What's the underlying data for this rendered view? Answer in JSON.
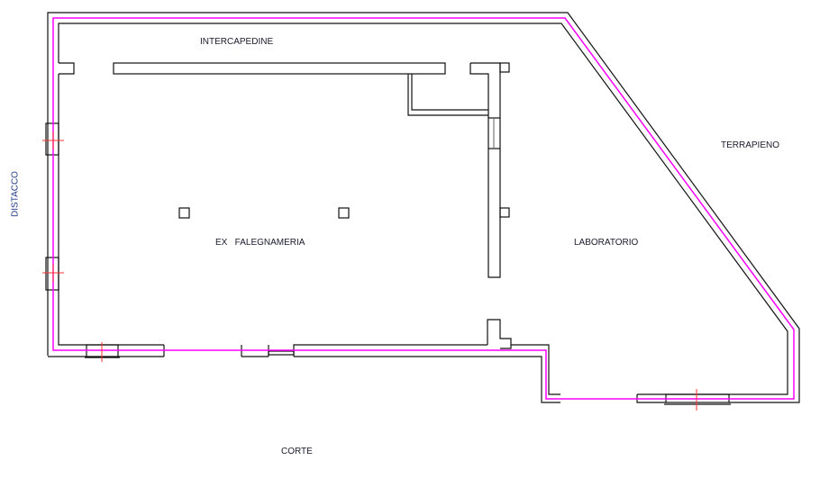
{
  "labels": {
    "intercapedine": "INTERCAPEDINE",
    "terrapieno": "TERRAPIENO",
    "distacco": "DISTACCO",
    "ex_falegnameria": "EX   FALEGNAMERIA",
    "laboratorio": "LABORATORIO",
    "corte": "CORTE"
  },
  "colors": {
    "wall": "#111111",
    "axis_line": "#ff00ff",
    "marker": "#ff3030",
    "label": "#1f3a8a"
  }
}
